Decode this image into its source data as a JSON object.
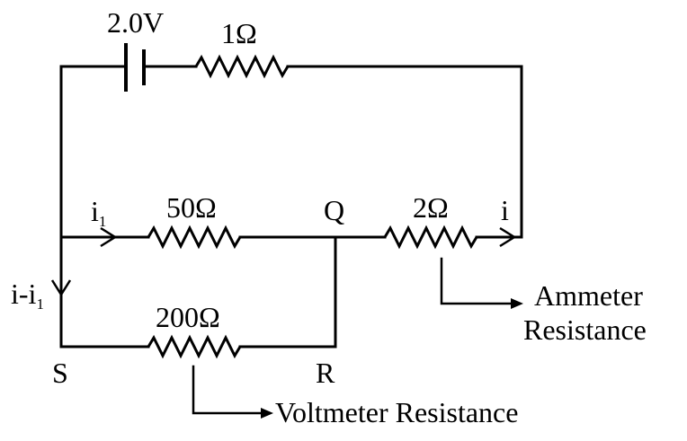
{
  "components": {
    "battery": {
      "label": "2.0V"
    },
    "internal_resistor": {
      "label": "1Ω"
    },
    "resistor_50": {
      "label": "50Ω"
    },
    "resistor_2": {
      "label": "2Ω"
    },
    "resistor_200": {
      "label": "200Ω"
    }
  },
  "nodes": {
    "q": "Q",
    "s": "S",
    "r": "R"
  },
  "currents": {
    "i1_main": "i",
    "i1_sub": "1",
    "i": "i",
    "split_main": "i-i",
    "split_sub": "1"
  },
  "annotations": {
    "ammeter_line1": "Ammeter",
    "ammeter_line2": "Resistance",
    "voltmeter": "Voltmeter Resistance"
  }
}
